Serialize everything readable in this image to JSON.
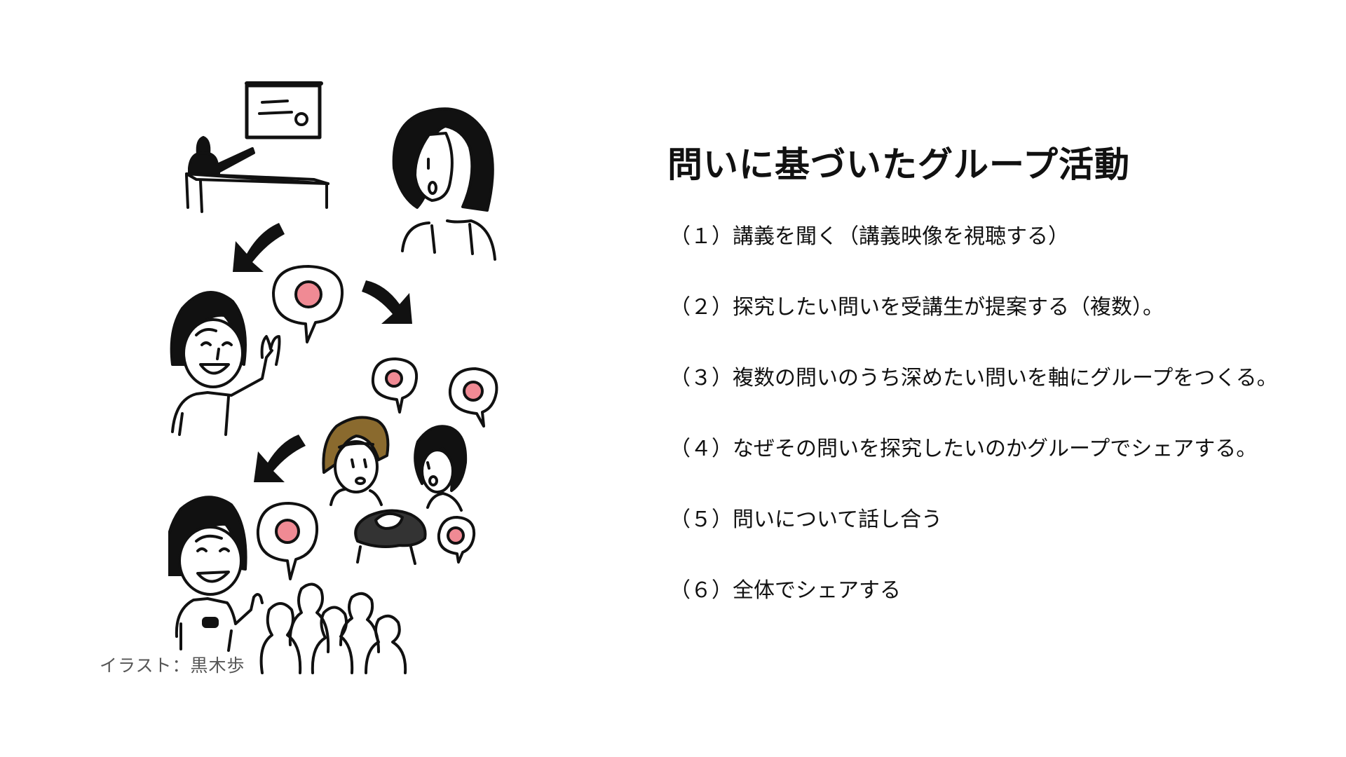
{
  "slide": {
    "title": "問いに基づいたグループ活動",
    "steps": [
      "（１）講義を聞く（講義映像を視聴する）",
      "（２）探究したい問いを受講生が提案する（複数）。",
      "（３）複数の問いのうち深めたい問いを軸にグループをつくる。",
      "（４）なぜその問いを探究したいのかグループでシェアする。",
      "（５）問いについて話し合う",
      "（６）全体でシェアする"
    ],
    "credit": "イラスト：黒木歩"
  },
  "colors": {
    "background": "#ffffff",
    "ink": "#111111",
    "speech_dot": "#f08a94",
    "hair_brown": "#8a6a2e"
  },
  "icons": {
    "illustration": "hand-drawn-lecture-to-group-discussion-flow"
  }
}
